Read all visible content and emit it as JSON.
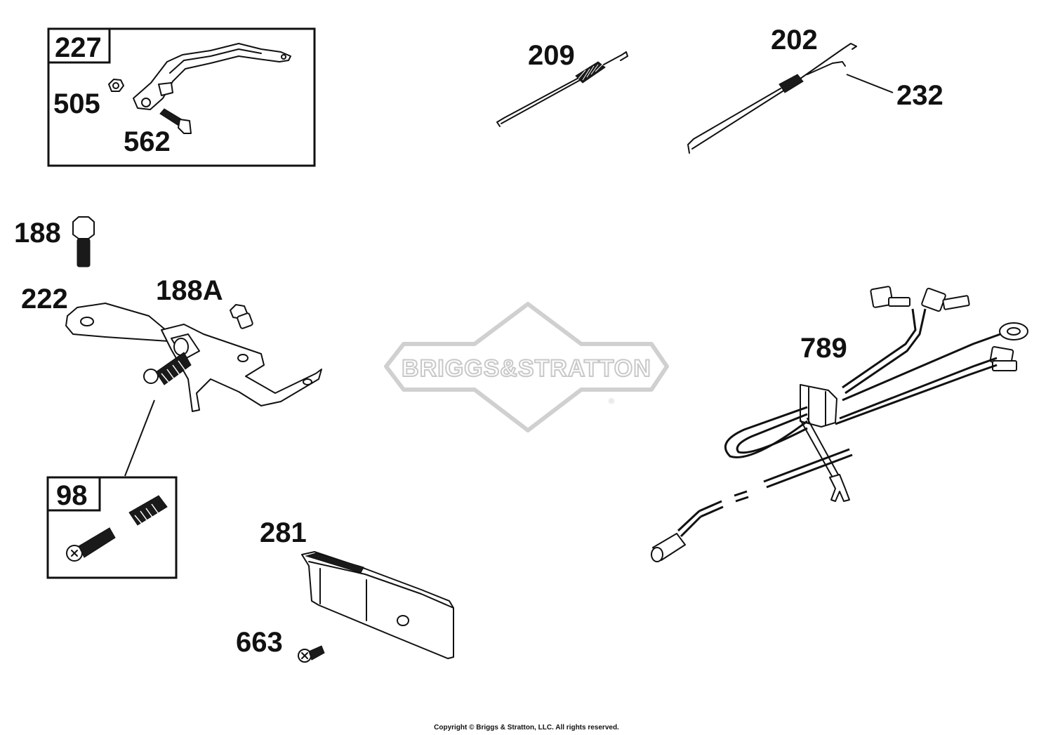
{
  "watermark": {
    "brand": "BRIGGS&STRATTON",
    "registered": "®"
  },
  "callouts": {
    "c227": "227",
    "c505": "505",
    "c562": "562",
    "c209": "209",
    "c202": "202",
    "c232": "232",
    "c188": "188",
    "c222": "222",
    "c188A": "188A",
    "c98": "98",
    "c281": "281",
    "c663": "663",
    "c789": "789"
  },
  "footer": {
    "copyright": "Copyright © Briggs & Stratton, LLC. All rights reserved."
  }
}
